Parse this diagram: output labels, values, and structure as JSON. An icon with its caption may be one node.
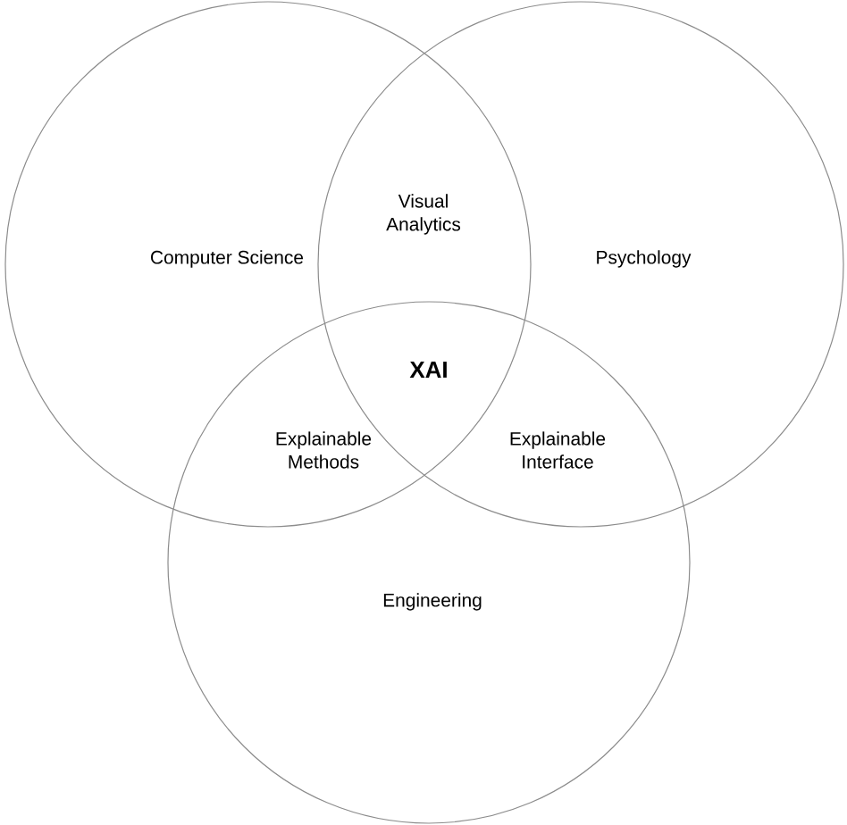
{
  "diagram": {
    "nodes": [
      {
        "text": [
          "Computer Science"
        ]
      },
      {
        "text": [
          "Psychology"
        ]
      },
      {
        "text": [
          "Engineering"
        ]
      }
    ],
    "edges": [],
    "labels": [
      "Visual Analytics",
      "XAI",
      "Explainable Methods",
      "Explainable Interface"
    ]
  }
}
